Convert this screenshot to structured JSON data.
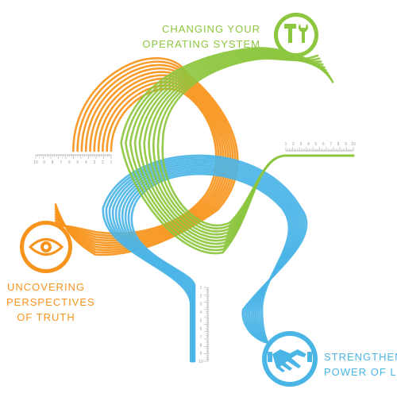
{
  "colors": {
    "green": "#8dc63f",
    "orange": "#f7941d",
    "blue": "#4bb5e6",
    "dark": "#5a6a2a",
    "ruler": "#a8a8a8"
  },
  "labels": {
    "operating_system": {
      "line1": "CHANGING YOUR",
      "line2": "OPERATING SYSTEM",
      "icon": "tools-icon"
    },
    "perspectives": {
      "line1": "UNCOVERING",
      "line2": "PERSPECTIVES",
      "line3": "OF TRUTH",
      "icon": "eye-icon"
    },
    "leadership": {
      "line1": "STRENGTHENING",
      "line2": "POWER OF LEA",
      "icon": "handshake-icon"
    }
  },
  "rulers": {
    "green": [
      "1",
      "2",
      "3",
      "4",
      "5",
      "6",
      "7",
      "8",
      "9",
      "10"
    ],
    "orange": [
      "10",
      "9",
      "8",
      "7",
      "6",
      "5",
      "4",
      "3",
      "2",
      "1"
    ],
    "blue": [
      "1",
      "2",
      "3",
      "4",
      "5",
      "6",
      "7",
      "8",
      "9",
      "10"
    ]
  }
}
